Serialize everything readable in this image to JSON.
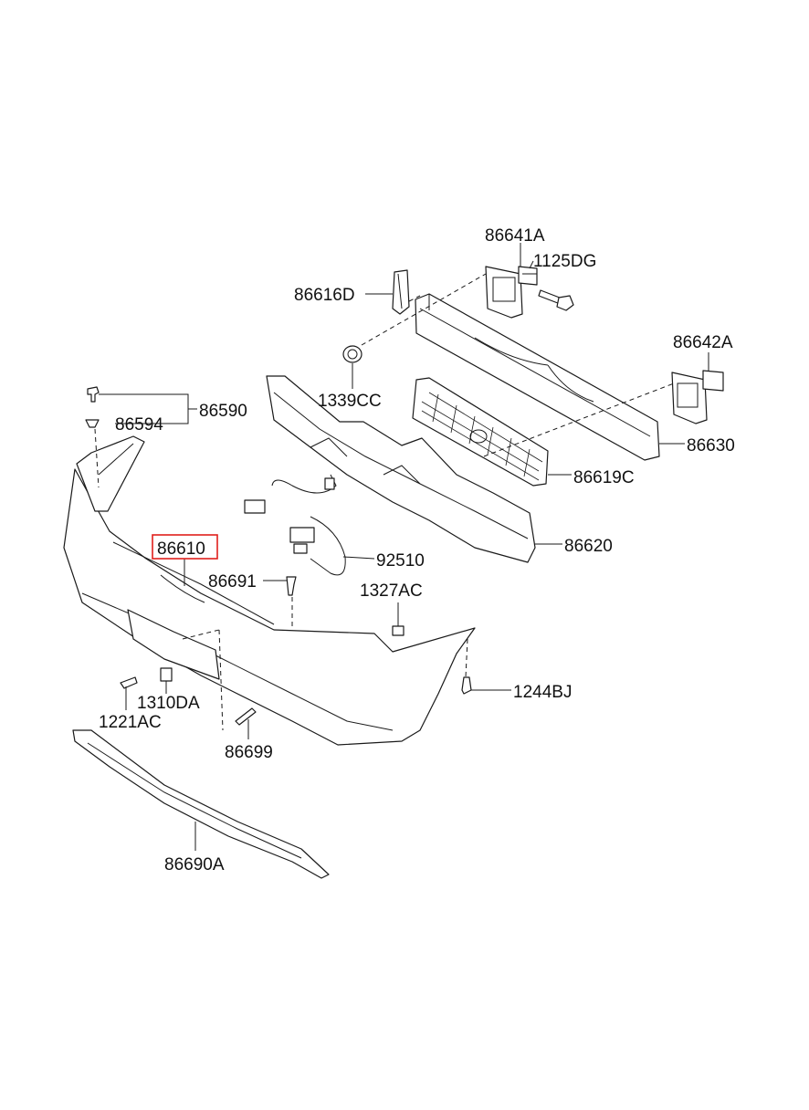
{
  "parts": {
    "p86641A": "86641A",
    "p1125DG": "1125DG",
    "p86616D": "86616D",
    "p86642A": "86642A",
    "p1339CC": "1339CC",
    "p86590": "86590",
    "p86594": "86594",
    "p86630": "86630",
    "p86619C": "86619C",
    "p86610": "86610",
    "p86620": "86620",
    "p92510": "92510",
    "p86691": "86691",
    "p1327AC": "1327AC",
    "p1244BJ": "1244BJ",
    "p1310DA": "1310DA",
    "p1221AC": "1221AC",
    "p86699": "86699",
    "p86690A": "86690A"
  },
  "highlight": {
    "part": "86610",
    "color": "#e0201c"
  }
}
